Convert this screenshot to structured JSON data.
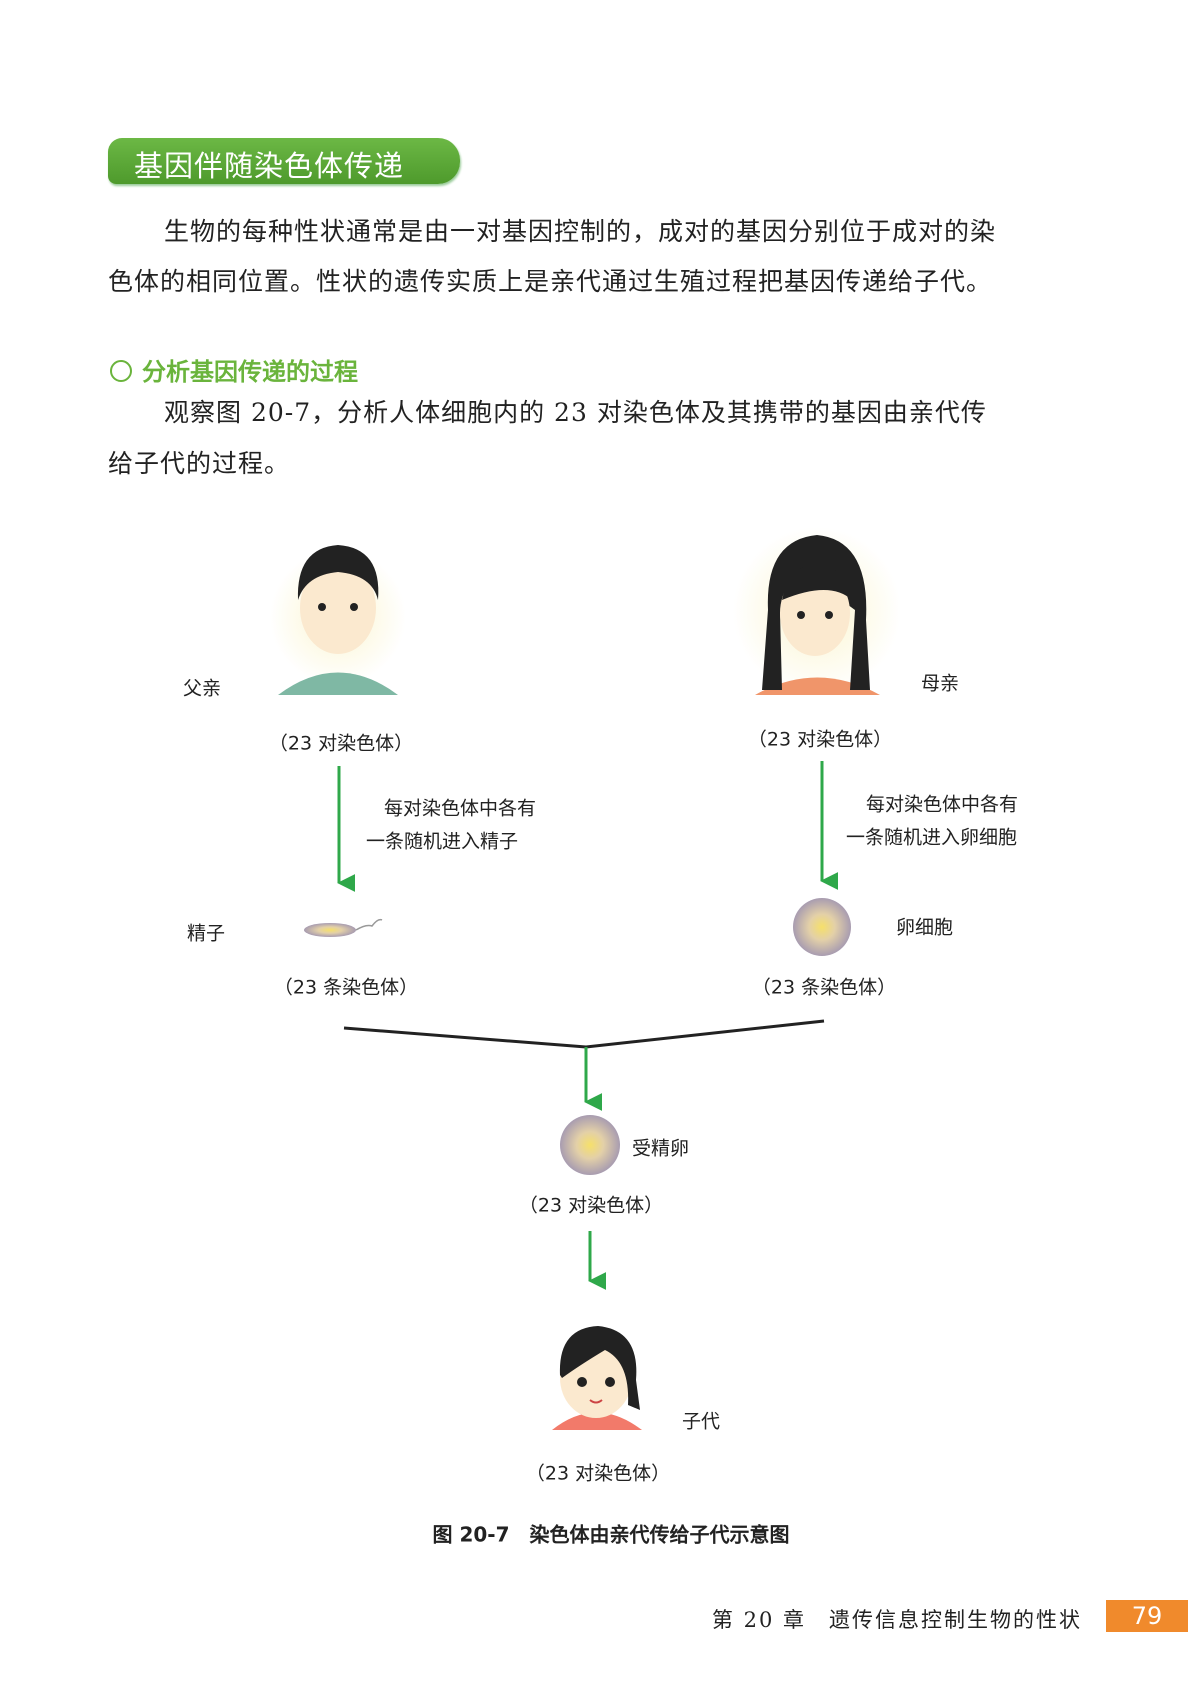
{
  "section_title": "基因伴随染色体传递",
  "intro": {
    "line1": "生物的每种性状通常是由一对基因控制的，成对的基因分别位于成对的染",
    "line2": "色体的相同位置。性状的遗传实质上是亲代通过生殖过程把基因传递给子代。"
  },
  "activity": {
    "heading": "分析基因传递的过程",
    "line1": "观察图 20-7，分析人体细胞内的 23 对染色体及其携带的基因由亲代传",
    "line2": "给子代的过程。"
  },
  "figure": {
    "father": {
      "label": "父亲",
      "count": "（23 对染色体）"
    },
    "mother": {
      "label": "母亲",
      "count": "（23 对染色体）"
    },
    "father_arrow": {
      "line1": "每对染色体中各有",
      "line2": "一条随机进入精子"
    },
    "mother_arrow": {
      "line1": "每对染色体中各有",
      "line2": "一条随机进入卵细胞"
    },
    "sperm": {
      "label": "精子",
      "count": "（23 条染色体）"
    },
    "egg": {
      "label": "卵细胞",
      "count": "（23 条染色体）"
    },
    "zygote": {
      "label": "受精卵",
      "count": "（23 对染色体）"
    },
    "child": {
      "label": "子代",
      "count": "（23 对染色体）"
    },
    "caption": "图 20-7　染色体由亲代传给子代示意图",
    "arrow_color": "#2fa84a"
  },
  "footer": {
    "chapter": "第 20 章　遗传信息控制生物的性状",
    "page_number": "79"
  }
}
